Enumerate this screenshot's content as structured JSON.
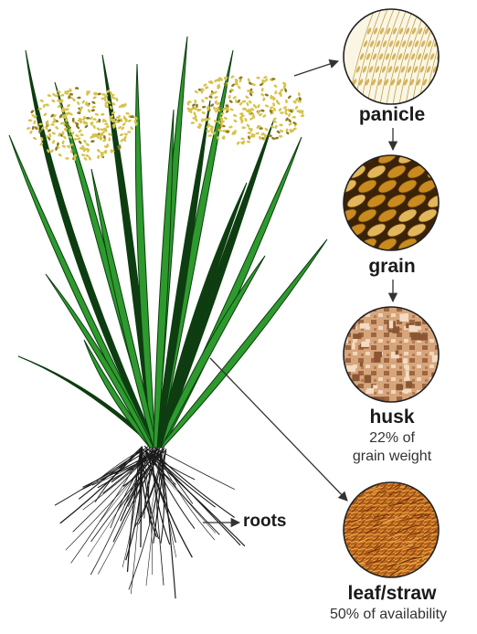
{
  "diagram": {
    "parts": [
      {
        "id": "panicle",
        "label": "panicle",
        "note": ""
      },
      {
        "id": "grain",
        "label": "grain",
        "note": ""
      },
      {
        "id": "husk",
        "label": "husk",
        "note_line1": "22% of",
        "note_line2": "grain weight"
      },
      {
        "id": "leaf",
        "label": "leaf/straw",
        "note": "50% of availability"
      }
    ],
    "roots_label": "roots",
    "colors": {
      "leaf": "#2e9a2e",
      "leaf_dark": "#0d3d10",
      "panicle": "#d8c24a",
      "grain": "#c98a1e",
      "husk": "#d9a77a",
      "straw": "#c0681a",
      "root": "#1a1a1a"
    }
  }
}
